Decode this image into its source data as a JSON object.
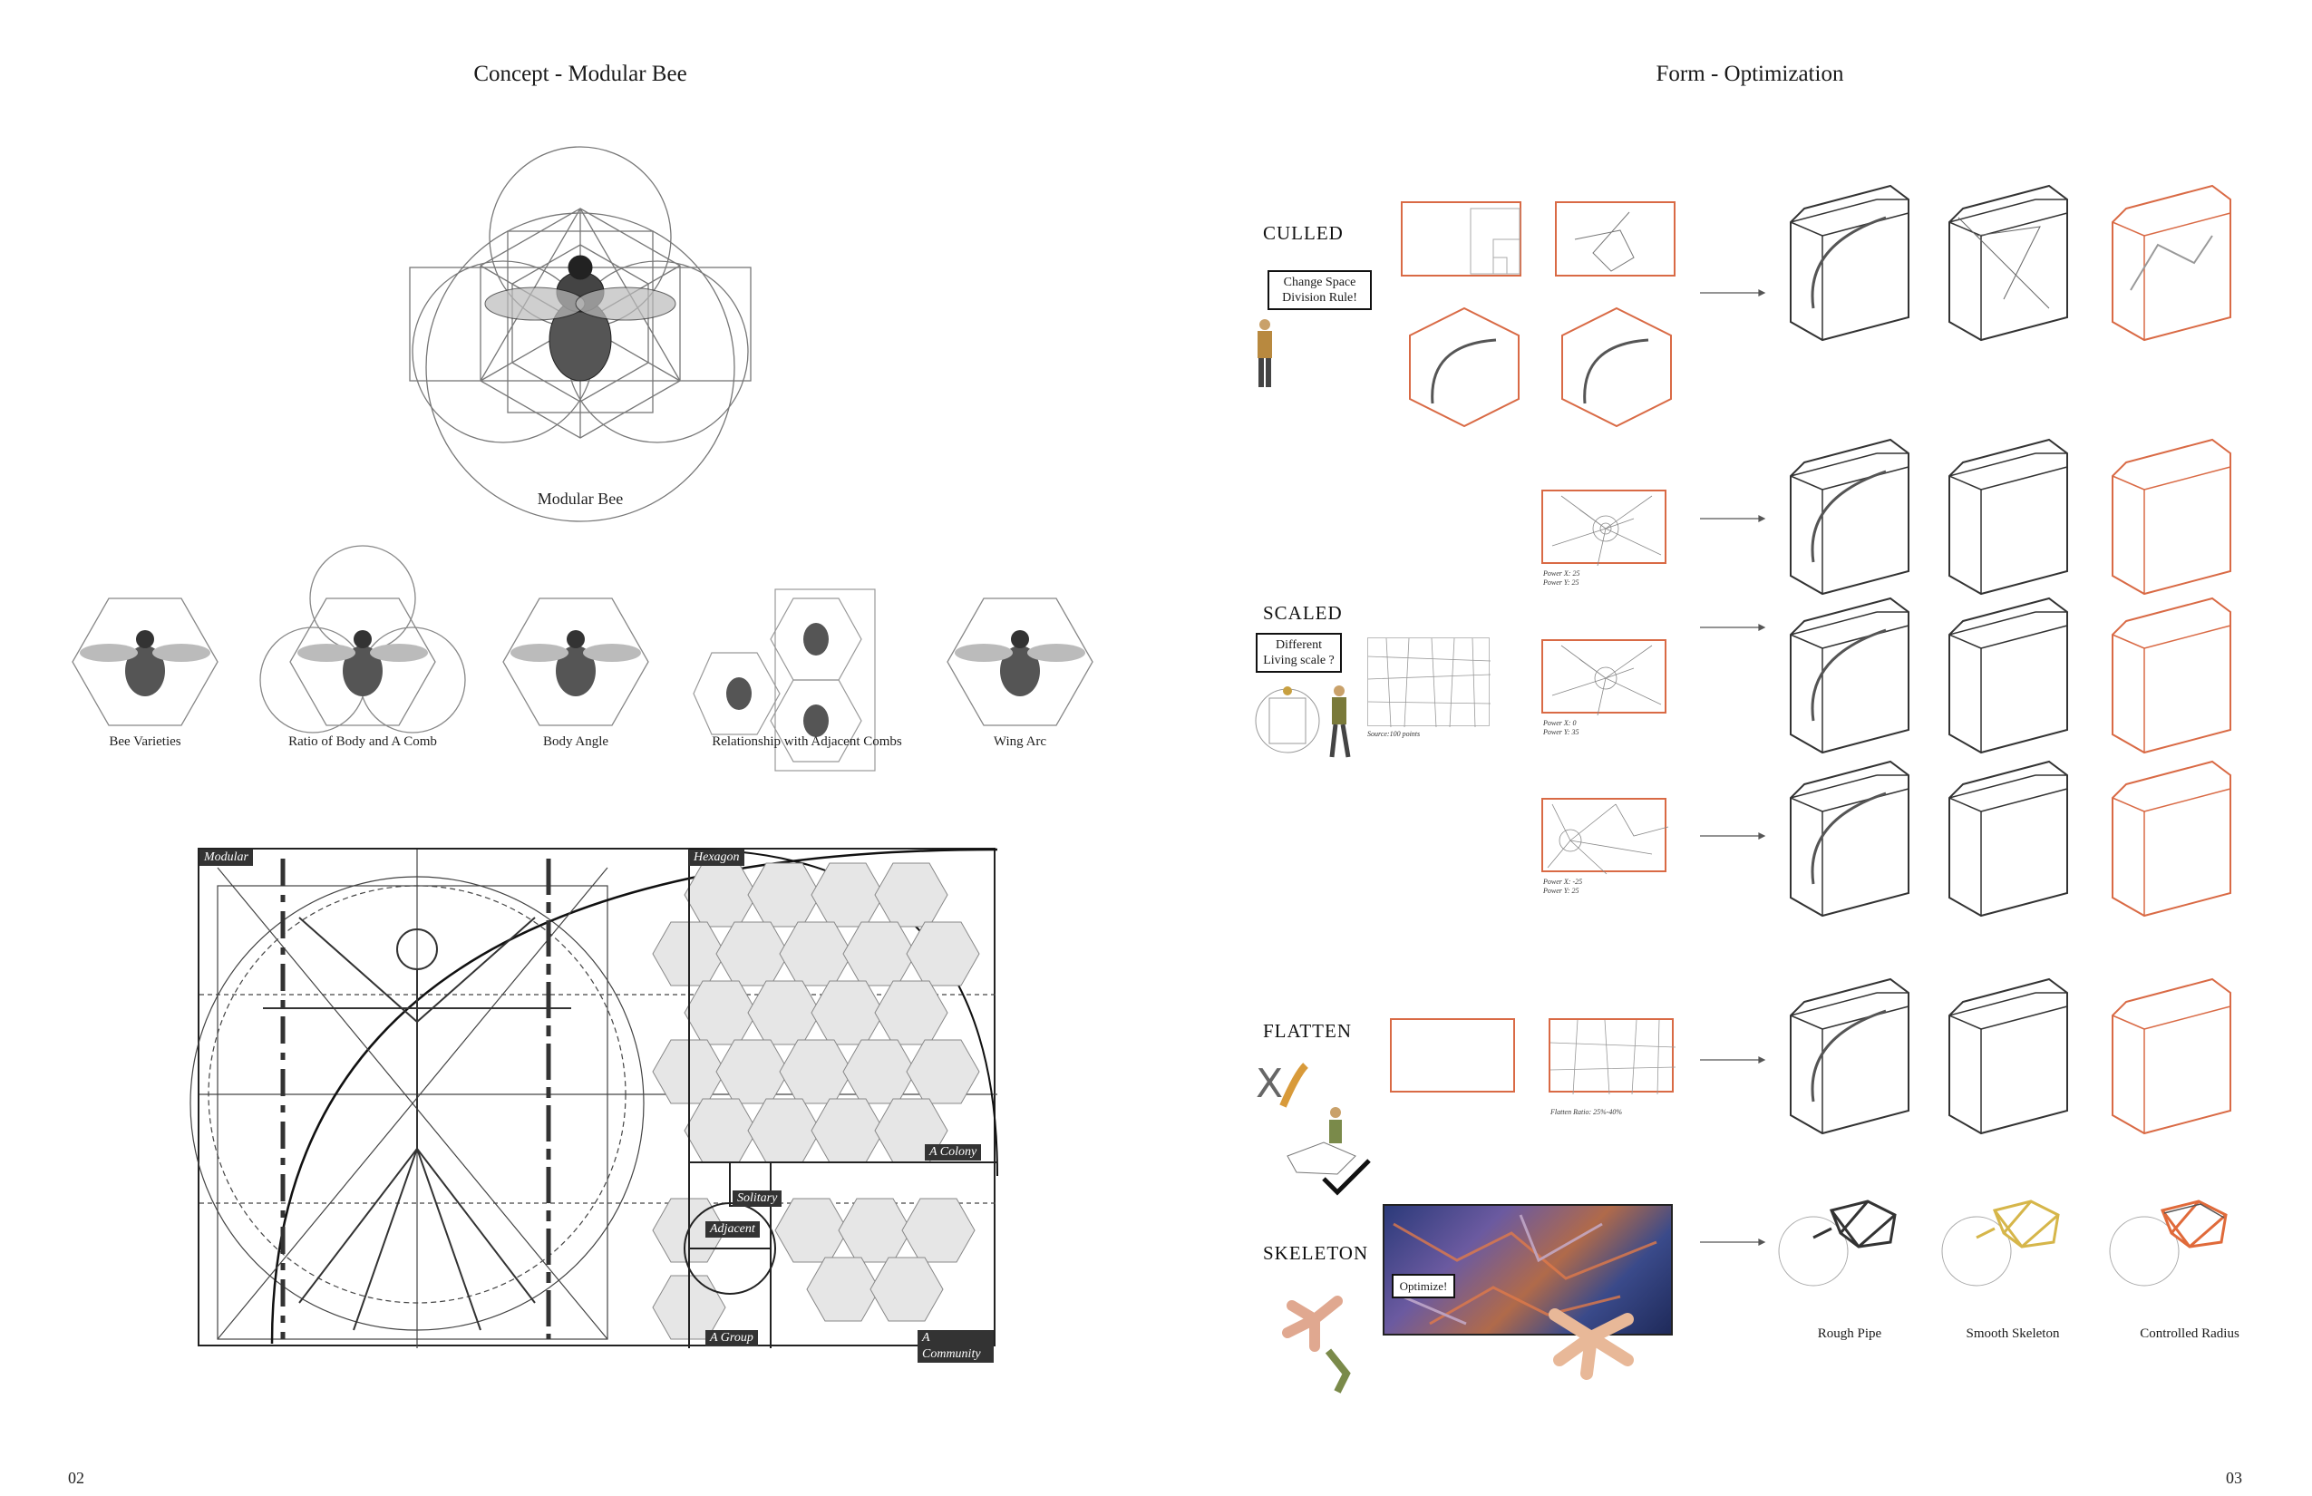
{
  "left_page": {
    "title": "Concept - Modular Bee",
    "main_caption": "Modular Bee",
    "variants": [
      {
        "label": "Bee Varieties"
      },
      {
        "label": "Ratio of Body and A Comb"
      },
      {
        "label": "Body Angle"
      },
      {
        "label": "Relationship with Adjacent Combs"
      },
      {
        "label": "Wing Arc"
      }
    ],
    "diagram_tags": {
      "modular": "Modular",
      "hexagon": "Hexagon",
      "colony": "A Colony",
      "solitary": "Solitary",
      "adjacent": "Adjacent",
      "group": "A Group",
      "community": "A Community"
    },
    "page_number": "02"
  },
  "right_page": {
    "title": "Form - Optimization",
    "rows": {
      "culled": {
        "label": "CULLED",
        "bubble": "Change Space Division Rule!"
      },
      "scaled": {
        "label": "SCALED",
        "bubble": "Different Living scale ?",
        "source_note": "Source:100 points",
        "power_notes": [
          [
            "Power X: 25",
            "Power Y: 25"
          ],
          [
            "Power X: 0",
            "Power Y: 35"
          ],
          [
            "Power X: -25",
            "Power Y: 25"
          ]
        ]
      },
      "flatten": {
        "label": "FLATTEN",
        "note": "Flatten Ratio: 25%-40%"
      },
      "skeleton": {
        "label": "SKELETON",
        "bubble": "Optimize!",
        "results": [
          {
            "label": "Rough Pipe"
          },
          {
            "label": "Smooth Skeleton"
          },
          {
            "label": "Controlled Radius"
          }
        ]
      }
    },
    "page_number": "03"
  },
  "colors": {
    "accent_orange": "#d96a45",
    "line_gray": "#555555",
    "ink": "#1a1a1a"
  }
}
